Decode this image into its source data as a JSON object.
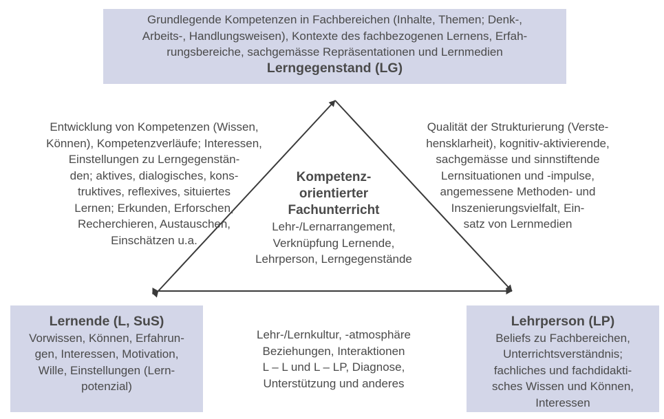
{
  "lerngegenstand": {
    "lines": [
      "Grundlegende Kompetenzen in Fachbereichen (Inhalte, Themen; Denk-,",
      "Arbeits-, Handlungsweisen), Kontexte des fachbezogenen Lernens, Erfah-",
      "rungsbereiche, sachgemässe Repräsentationen und Lernmedien"
    ],
    "title": "Lerngegenstand (LG)"
  },
  "left_text": {
    "lines": [
      "Entwicklung von Kompetenzen (Wissen,",
      "Können), Kompetenzverläufe; Interessen,",
      "Einstellungen zu Lerngegenstän-",
      "den; aktives, dialogisches, kons-",
      "truktives, reflexives, situiertes",
      "Lernen; Erkunden, Erforschen,",
      "Recherchieren, Austauschen,",
      "Einschätzen u.a."
    ]
  },
  "right_text": {
    "lines": [
      "Qualität der Strukturierung (Verste-",
      "hensklarheit), kognitiv-aktivierende,",
      "sachgemässe und sinnstiftende",
      "Lernsituationen und -impulse,",
      "angemessene Methoden- und",
      "Inszenierungsvielfalt, Ein-",
      "satz von Lernmedien"
    ]
  },
  "center": {
    "title_lines": [
      "Kompetenz-",
      "orientierter",
      "Fachunterricht"
    ],
    "lines": [
      "Lehr-/Lernarrangement,",
      "Verknüpfung Lernende,",
      "Lehrperson, Lerngegenstände"
    ]
  },
  "lernende": {
    "title": "Lernende (L, SuS)",
    "lines": [
      "Vorwissen, Können, Erfahrun-",
      "gen, Interessen, Motivation,",
      "Wille, Einstellungen (Lern-",
      "potenzial)"
    ]
  },
  "lehrperson": {
    "title": "Lehrperson (LP)",
    "lines": [
      "Beliefs zu Fachbereichen,",
      "Unterrichtsverständnis;",
      "fachliches und fachdidakti-",
      "sches Wissen und Können,",
      "Interessen"
    ]
  },
  "bottom_text": {
    "lines": [
      "Lehr-/Lernkultur, -atmosphäre",
      "Beziehungen, Interaktionen",
      "L – L und L – LP, Diagnose,",
      "Unterstützung und anderes"
    ]
  },
  "colors": {
    "box_fill": "#d3d6e8",
    "text": "#4a4a4a",
    "arrow": "#3a3a3a"
  }
}
